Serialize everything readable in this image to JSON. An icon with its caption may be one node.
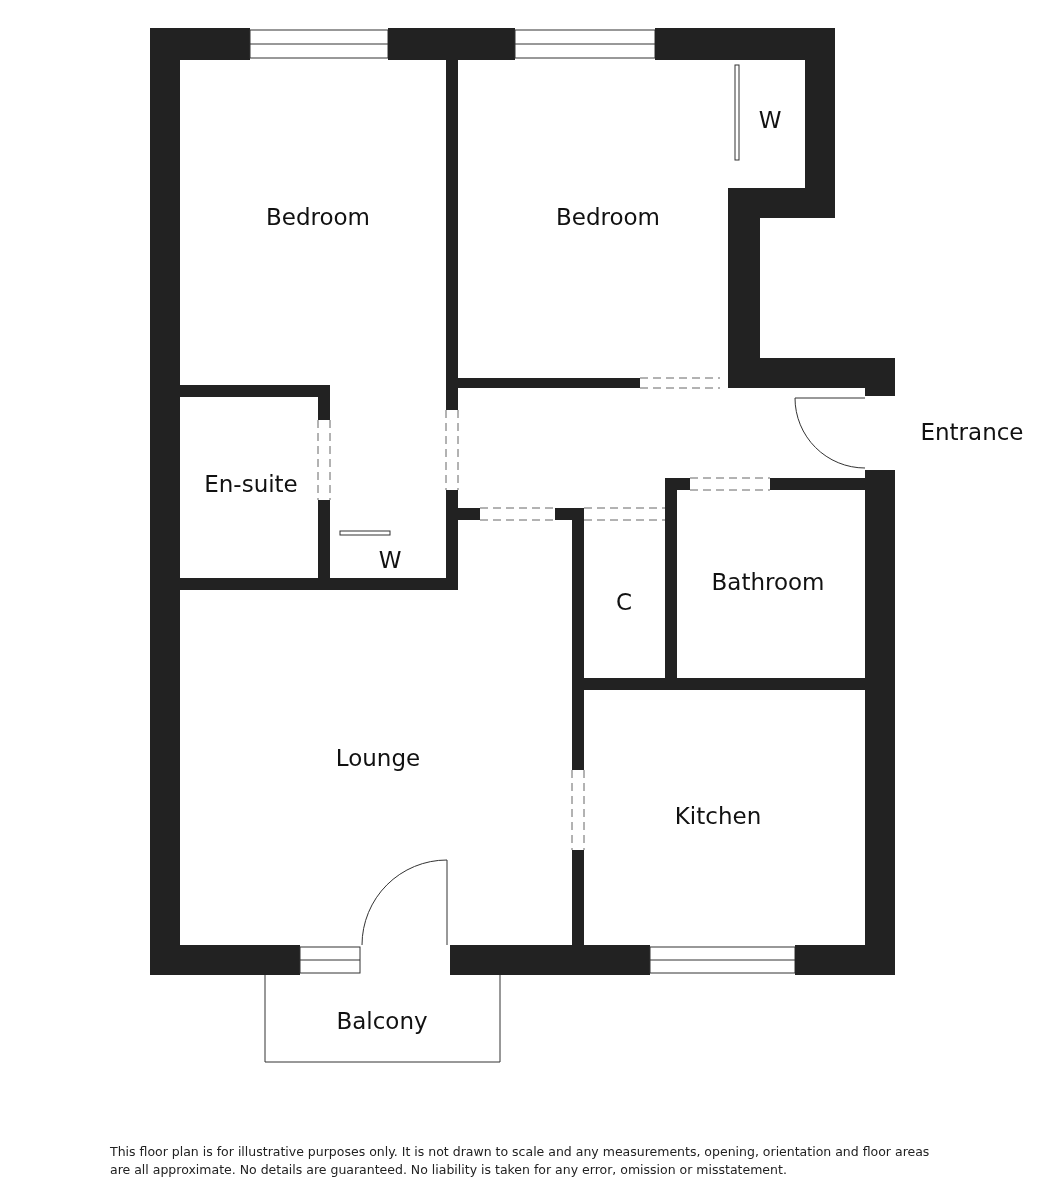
{
  "diagram": {
    "caption": "This floor plan is for illustrative purposes only. It is not drawn to scale and any measurements, opening, orientation and floor areas are all approximate. No details are guaranteed. No liability is taken for any error, omission or misstatement.",
    "labels": [
      "W",
      "Bedroom",
      "Bedroom",
      "Entrance",
      "En-suite",
      "W",
      "C",
      "Bathroom",
      "Lounge",
      "Kitchen",
      "Balcony"
    ]
  }
}
